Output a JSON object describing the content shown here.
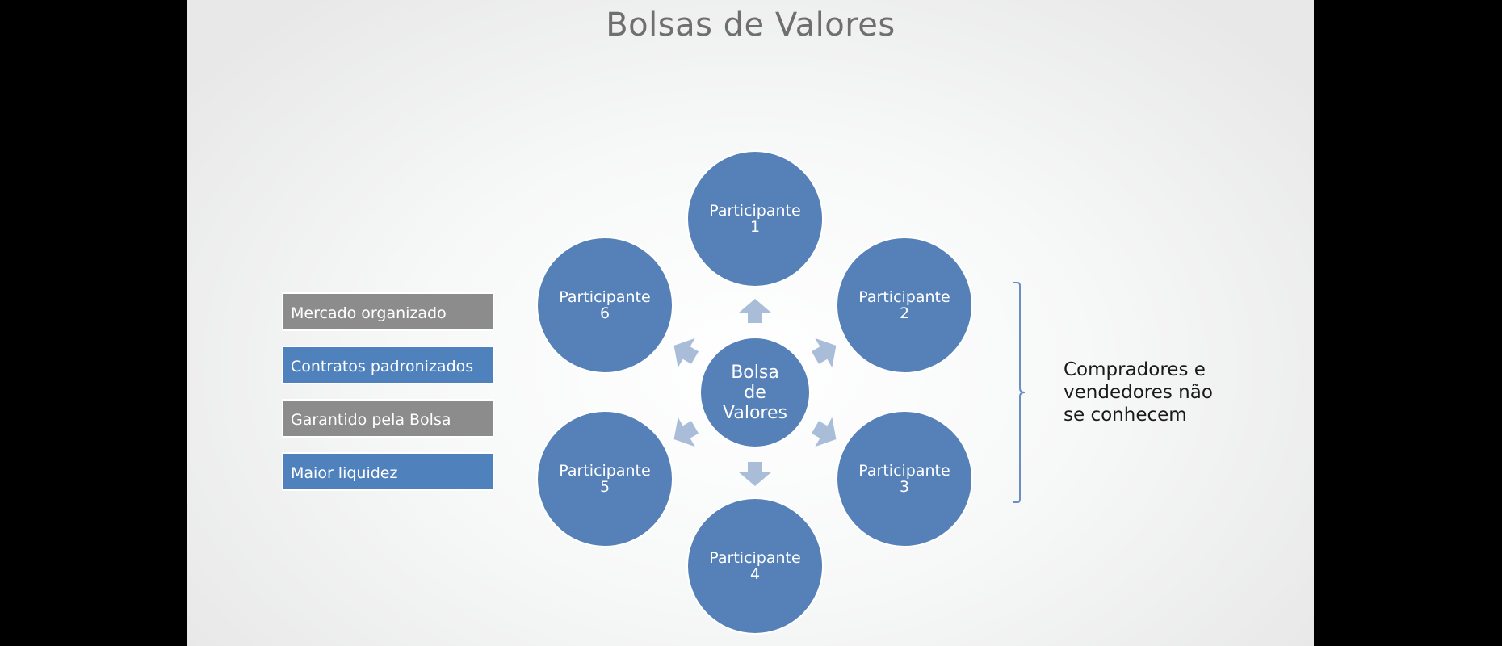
{
  "title": "Bolsas de Valores",
  "features": [
    {
      "label": "Mercado organizado",
      "color": "#8c8c8c"
    },
    {
      "label": "Contratos padronizados",
      "color": "#4f81bd"
    },
    {
      "label": "Garantido pela Bolsa",
      "color": "#8c8c8c"
    },
    {
      "label": "Maior liquidez",
      "color": "#4f81bd"
    }
  ],
  "hub": {
    "line1": "Bolsa",
    "line2": "de",
    "line3": "Valores"
  },
  "participants": [
    {
      "word": "Participante",
      "num": "1"
    },
    {
      "word": "Participante",
      "num": "2"
    },
    {
      "word": "Participante",
      "num": "3"
    },
    {
      "word": "Participante",
      "num": "4"
    },
    {
      "word": "Participante",
      "num": "5"
    },
    {
      "word": "Participante",
      "num": "6"
    }
  ],
  "note": {
    "line1": "Compradores e",
    "line2": "vendedores não",
    "line3": "se conhecem"
  },
  "colors": {
    "node": "#5580b8",
    "arrow": "#a9bdd8",
    "bracket": "#6a8fbf"
  }
}
